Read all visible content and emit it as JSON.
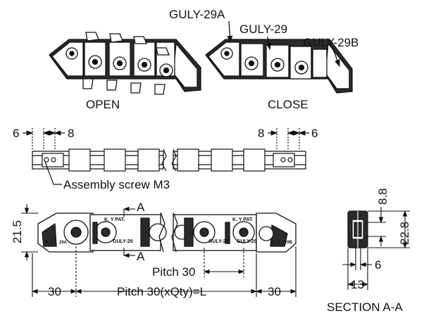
{
  "isometric": {
    "open_caption": "OPEN",
    "close_caption": "CLOSE",
    "callouts": [
      "GULY-29A",
      "GULY-29",
      "GULY-29B"
    ]
  },
  "side_view": {
    "dim_left_6": "6",
    "dim_left_8": "8",
    "dim_right_8": "8",
    "dim_right_6": "6",
    "screw_note": "Assembly screw M3"
  },
  "front_view": {
    "height": "21.5",
    "section_mark": "A",
    "pitch": "Pitch 30",
    "end_left": "30",
    "pitch_total": "Pitch 30(xQty)=L",
    "end_right": "30",
    "link_marks": [
      "K. Y PAT.",
      "GULY-29",
      "29A",
      "29B",
      "K. Y"
    ]
  },
  "section": {
    "title": "SECTION  A-A",
    "inner_height": "8.8",
    "outer_height": "22.8",
    "inner_width": "6",
    "outer_width": "13"
  }
}
